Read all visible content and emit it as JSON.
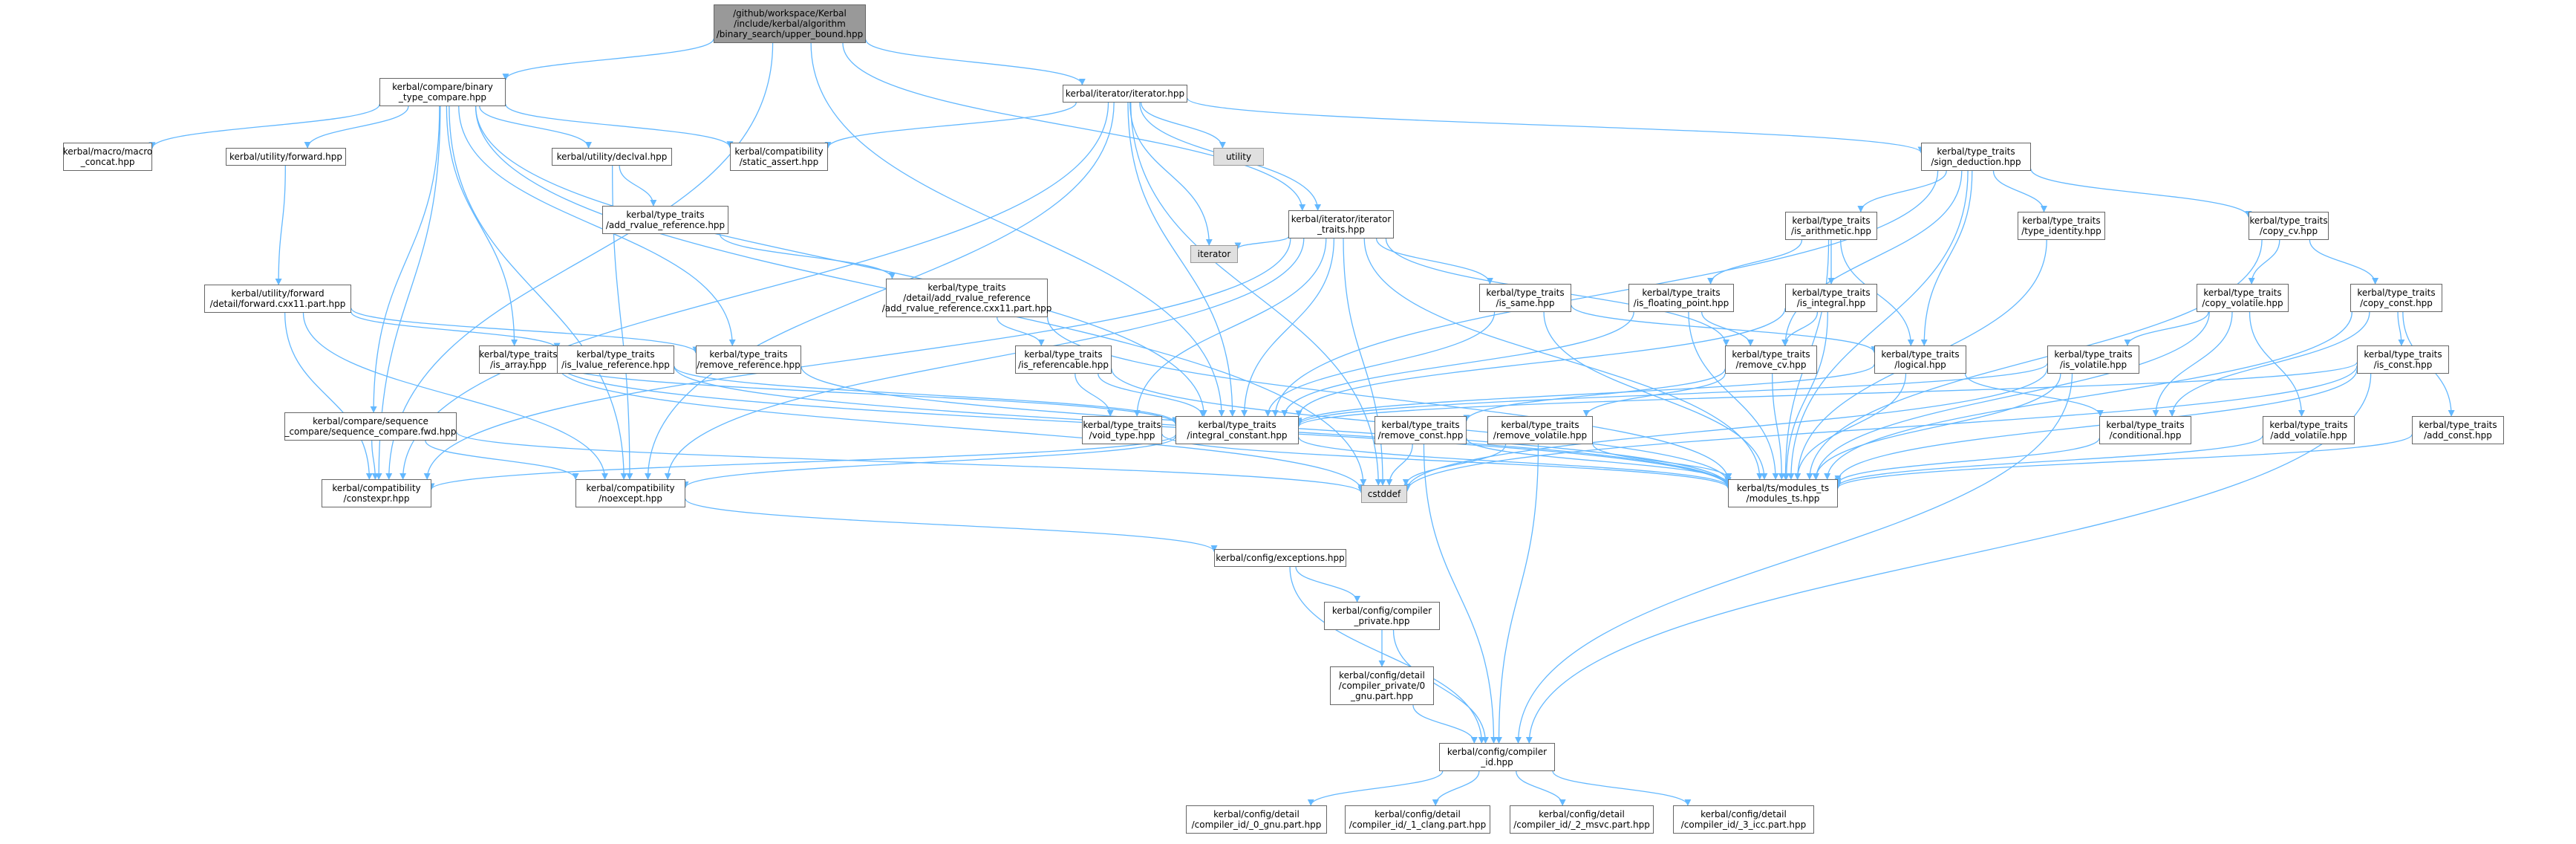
{
  "diagram": {
    "edge_color": "#63b8ff",
    "colors": {
      "root_fill": "#999999",
      "external_fill": "#e0e0e0",
      "node_fill": "#ffffff",
      "node_border": "#666666"
    },
    "nodes": [
      {
        "id": "root",
        "label": "/github/workspace/Kerbal\n/include/kerbal/algorithm\n/binary_search/upper_bound.hpp",
        "kind": "root"
      },
      {
        "id": "bin_cmp",
        "label": "kerbal/compare/binary\n_type_compare.hpp"
      },
      {
        "id": "it_hpp",
        "label": "kerbal/iterator/iterator.hpp"
      },
      {
        "id": "macro",
        "label": "kerbal/macro/macro\n_concat.hpp"
      },
      {
        "id": "fwd",
        "label": "kerbal/utility/forward.hpp"
      },
      {
        "id": "declval",
        "label": "kerbal/utility/declval.hpp"
      },
      {
        "id": "static_assert",
        "label": "kerbal/compatibility\n/static_assert.hpp"
      },
      {
        "id": "utility",
        "label": "utility",
        "kind": "external"
      },
      {
        "id": "sign_ded",
        "label": "kerbal/type_traits\n/sign_deduction.hpp"
      },
      {
        "id": "add_rvalue",
        "label": "kerbal/type_traits\n/add_rvalue_reference.hpp"
      },
      {
        "id": "it_traits",
        "label": "kerbal/iterator/iterator\n_traits.hpp"
      },
      {
        "id": "iterator",
        "label": "iterator",
        "kind": "external"
      },
      {
        "id": "is_arith",
        "label": "kerbal/type_traits\n/is_arithmetic.hpp"
      },
      {
        "id": "type_identity",
        "label": "kerbal/type_traits\n/type_identity.hpp"
      },
      {
        "id": "copy_cv",
        "label": "kerbal/type_traits\n/copy_cv.hpp"
      },
      {
        "id": "fwd_cxx11",
        "label": "kerbal/utility/forward\n/detail/forward.cxx11.part.hpp"
      },
      {
        "id": "add_rvalue_cxx11",
        "label": "kerbal/type_traits\n/detail/add_rvalue_reference\n/add_rvalue_reference.cxx11.part.hpp"
      },
      {
        "id": "is_same",
        "label": "kerbal/type_traits\n/is_same.hpp"
      },
      {
        "id": "is_fp",
        "label": "kerbal/type_traits\n/is_floating_point.hpp"
      },
      {
        "id": "is_integral",
        "label": "kerbal/type_traits\n/is_integral.hpp"
      },
      {
        "id": "copy_volatile",
        "label": "kerbal/type_traits\n/copy_volatile.hpp"
      },
      {
        "id": "copy_const",
        "label": "kerbal/type_traits\n/copy_const.hpp"
      },
      {
        "id": "is_array",
        "label": "kerbal/type_traits\n/is_array.hpp"
      },
      {
        "id": "is_lvalue",
        "label": "kerbal/type_traits\n/is_lvalue_reference.hpp"
      },
      {
        "id": "remove_ref",
        "label": "kerbal/type_traits\n/remove_reference.hpp"
      },
      {
        "id": "is_referencable",
        "label": "kerbal/type_traits\n/is_referencable.hpp"
      },
      {
        "id": "remove_cv",
        "label": "kerbal/type_traits\n/remove_cv.hpp"
      },
      {
        "id": "logical",
        "label": "kerbal/type_traits\n/logical.hpp"
      },
      {
        "id": "is_volatile",
        "label": "kerbal/type_traits\n/is_volatile.hpp"
      },
      {
        "id": "is_const",
        "label": "kerbal/type_traits\n/is_const.hpp"
      },
      {
        "id": "seq_cmp_fwd",
        "label": "kerbal/compare/sequence\n_compare/sequence_compare.fwd.hpp"
      },
      {
        "id": "void_type",
        "label": "kerbal/type_traits\n/void_type.hpp"
      },
      {
        "id": "integral_const",
        "label": "kerbal/type_traits\n/integral_constant.hpp"
      },
      {
        "id": "remove_const",
        "label": "kerbal/type_traits\n/remove_const.hpp"
      },
      {
        "id": "remove_volatile",
        "label": "kerbal/type_traits\n/remove_volatile.hpp"
      },
      {
        "id": "conditional",
        "label": "kerbal/type_traits\n/conditional.hpp"
      },
      {
        "id": "add_volatile",
        "label": "kerbal/type_traits\n/add_volatile.hpp"
      },
      {
        "id": "add_const",
        "label": "kerbal/type_traits\n/add_const.hpp"
      },
      {
        "id": "constexpr",
        "label": "kerbal/compatibility\n/constexpr.hpp"
      },
      {
        "id": "noexcept",
        "label": "kerbal/compatibility\n/noexcept.hpp"
      },
      {
        "id": "cstddef",
        "label": "cstddef",
        "kind": "external"
      },
      {
        "id": "modules_ts",
        "label": "kerbal/ts/modules_ts\n/modules_ts.hpp"
      },
      {
        "id": "exceptions",
        "label": "kerbal/config/exceptions.hpp"
      },
      {
        "id": "compiler_private",
        "label": "kerbal/config/compiler\n_private.hpp"
      },
      {
        "id": "compiler_private_gnu",
        "label": "kerbal/config/detail\n/compiler_private/0\n_gnu.part.hpp"
      },
      {
        "id": "compiler_id",
        "label": "kerbal/config/compiler\n_id.hpp"
      },
      {
        "id": "cid_gnu",
        "label": "kerbal/config/detail\n/compiler_id/_0_gnu.part.hpp"
      },
      {
        "id": "cid_clang",
        "label": "kerbal/config/detail\n/compiler_id/_1_clang.part.hpp"
      },
      {
        "id": "cid_msvc",
        "label": "kerbal/config/detail\n/compiler_id/_2_msvc.part.hpp"
      },
      {
        "id": "cid_icc",
        "label": "kerbal/config/detail\n/compiler_id/_3_icc.part.hpp"
      }
    ],
    "edges": [
      [
        "root",
        "bin_cmp"
      ],
      [
        "root",
        "it_hpp"
      ],
      [
        "root",
        "it_traits"
      ],
      [
        "root",
        "constexpr"
      ],
      [
        "root",
        "integral_const"
      ],
      [
        "bin_cmp",
        "macro"
      ],
      [
        "bin_cmp",
        "fwd"
      ],
      [
        "bin_cmp",
        "declval"
      ],
      [
        "bin_cmp",
        "static_assert"
      ],
      [
        "bin_cmp",
        "is_array"
      ],
      [
        "bin_cmp",
        "remove_ref"
      ],
      [
        "bin_cmp",
        "seq_cmp_fwd"
      ],
      [
        "bin_cmp",
        "integral_const"
      ],
      [
        "bin_cmp",
        "constexpr"
      ],
      [
        "bin_cmp",
        "noexcept"
      ],
      [
        "bin_cmp",
        "cstddef"
      ],
      [
        "it_hpp",
        "static_assert"
      ],
      [
        "it_hpp",
        "utility"
      ],
      [
        "it_hpp",
        "it_traits"
      ],
      [
        "it_hpp",
        "iterator"
      ],
      [
        "it_hpp",
        "sign_ded"
      ],
      [
        "it_hpp",
        "integral_const"
      ],
      [
        "it_hpp",
        "constexpr"
      ],
      [
        "it_hpp",
        "noexcept"
      ],
      [
        "it_hpp",
        "cstddef"
      ],
      [
        "fwd",
        "fwd_cxx11"
      ],
      [
        "fwd_cxx11",
        "constexpr"
      ],
      [
        "fwd_cxx11",
        "noexcept"
      ],
      [
        "fwd_cxx11",
        "is_lvalue"
      ],
      [
        "fwd_cxx11",
        "remove_ref"
      ],
      [
        "declval",
        "add_rvalue"
      ],
      [
        "declval",
        "noexcept"
      ],
      [
        "add_rvalue",
        "add_rvalue_cxx11"
      ],
      [
        "add_rvalue_cxx11",
        "is_referencable"
      ],
      [
        "add_rvalue_cxx11",
        "modules_ts"
      ],
      [
        "it_traits",
        "iterator"
      ],
      [
        "it_traits",
        "is_same"
      ],
      [
        "it_traits",
        "void_type"
      ],
      [
        "it_traits",
        "integral_const"
      ],
      [
        "it_traits",
        "remove_cv"
      ],
      [
        "it_traits",
        "cstddef"
      ],
      [
        "it_traits",
        "constexpr"
      ],
      [
        "it_traits",
        "noexcept"
      ],
      [
        "it_traits",
        "modules_ts"
      ],
      [
        "sign_ded",
        "is_arith"
      ],
      [
        "sign_ded",
        "type_identity"
      ],
      [
        "sign_ded",
        "copy_cv"
      ],
      [
        "sign_ded",
        "integral_const"
      ],
      [
        "sign_ded",
        "logical"
      ],
      [
        "sign_ded",
        "remove_cv"
      ],
      [
        "sign_ded",
        "modules_ts"
      ],
      [
        "is_arith",
        "is_fp"
      ],
      [
        "is_arith",
        "is_integral"
      ],
      [
        "is_arith",
        "logical"
      ],
      [
        "is_arith",
        "modules_ts"
      ],
      [
        "type_identity",
        "modules_ts"
      ],
      [
        "copy_cv",
        "copy_volatile"
      ],
      [
        "copy_cv",
        "copy_const"
      ],
      [
        "copy_cv",
        "modules_ts"
      ],
      [
        "is_same",
        "integral_const"
      ],
      [
        "is_same",
        "logical"
      ],
      [
        "is_same",
        "modules_ts"
      ],
      [
        "is_fp",
        "remove_cv"
      ],
      [
        "is_fp",
        "integral_const"
      ],
      [
        "is_fp",
        "modules_ts"
      ],
      [
        "is_integral",
        "remove_cv"
      ],
      [
        "is_integral",
        "integral_const"
      ],
      [
        "is_integral",
        "modules_ts"
      ],
      [
        "copy_volatile",
        "is_volatile"
      ],
      [
        "copy_volatile",
        "add_volatile"
      ],
      [
        "copy_volatile",
        "conditional"
      ],
      [
        "copy_volatile",
        "modules_ts"
      ],
      [
        "copy_const",
        "is_const"
      ],
      [
        "copy_const",
        "add_const"
      ],
      [
        "copy_const",
        "conditional"
      ],
      [
        "copy_const",
        "modules_ts"
      ],
      [
        "is_array",
        "integral_const"
      ],
      [
        "is_array",
        "cstddef"
      ],
      [
        "is_array",
        "modules_ts"
      ],
      [
        "is_lvalue",
        "integral_const"
      ],
      [
        "is_lvalue",
        "modules_ts"
      ],
      [
        "remove_ref",
        "modules_ts"
      ],
      [
        "is_referencable",
        "void_type"
      ],
      [
        "is_referencable",
        "integral_const"
      ],
      [
        "is_referencable",
        "modules_ts"
      ],
      [
        "remove_cv",
        "remove_const"
      ],
      [
        "remove_cv",
        "remove_volatile"
      ],
      [
        "remove_cv",
        "modules_ts"
      ],
      [
        "logical",
        "conditional"
      ],
      [
        "logical",
        "integral_const"
      ],
      [
        "logical",
        "modules_ts"
      ],
      [
        "is_volatile",
        "integral_const"
      ],
      [
        "is_volatile",
        "cstddef"
      ],
      [
        "is_volatile",
        "compiler_id"
      ],
      [
        "is_volatile",
        "modules_ts"
      ],
      [
        "is_const",
        "integral_const"
      ],
      [
        "is_const",
        "cstddef"
      ],
      [
        "is_const",
        "compiler_id"
      ],
      [
        "is_const",
        "modules_ts"
      ],
      [
        "seq_cmp_fwd",
        "constexpr"
      ],
      [
        "seq_cmp_fwd",
        "noexcept"
      ],
      [
        "seq_cmp_fwd",
        "cstddef"
      ],
      [
        "void_type",
        "modules_ts"
      ],
      [
        "integral_const",
        "constexpr"
      ],
      [
        "integral_const",
        "noexcept"
      ],
      [
        "integral_const",
        "modules_ts"
      ],
      [
        "remove_const",
        "cstddef"
      ],
      [
        "remove_const",
        "compiler_id"
      ],
      [
        "remove_const",
        "modules_ts"
      ],
      [
        "remove_volatile",
        "cstddef"
      ],
      [
        "remove_volatile",
        "compiler_id"
      ],
      [
        "remove_volatile",
        "modules_ts"
      ],
      [
        "conditional",
        "modules_ts"
      ],
      [
        "add_volatile",
        "modules_ts"
      ],
      [
        "add_const",
        "modules_ts"
      ],
      [
        "noexcept",
        "exceptions"
      ],
      [
        "exceptions",
        "compiler_private"
      ],
      [
        "exceptions",
        "compiler_id"
      ],
      [
        "compiler_private",
        "compiler_private_gnu"
      ],
      [
        "compiler_private",
        "compiler_id"
      ],
      [
        "compiler_private_gnu",
        "compiler_id"
      ],
      [
        "compiler_id",
        "cid_gnu"
      ],
      [
        "compiler_id",
        "cid_clang"
      ],
      [
        "compiler_id",
        "cid_msvc"
      ],
      [
        "compiler_id",
        "cid_icc"
      ]
    ]
  }
}
